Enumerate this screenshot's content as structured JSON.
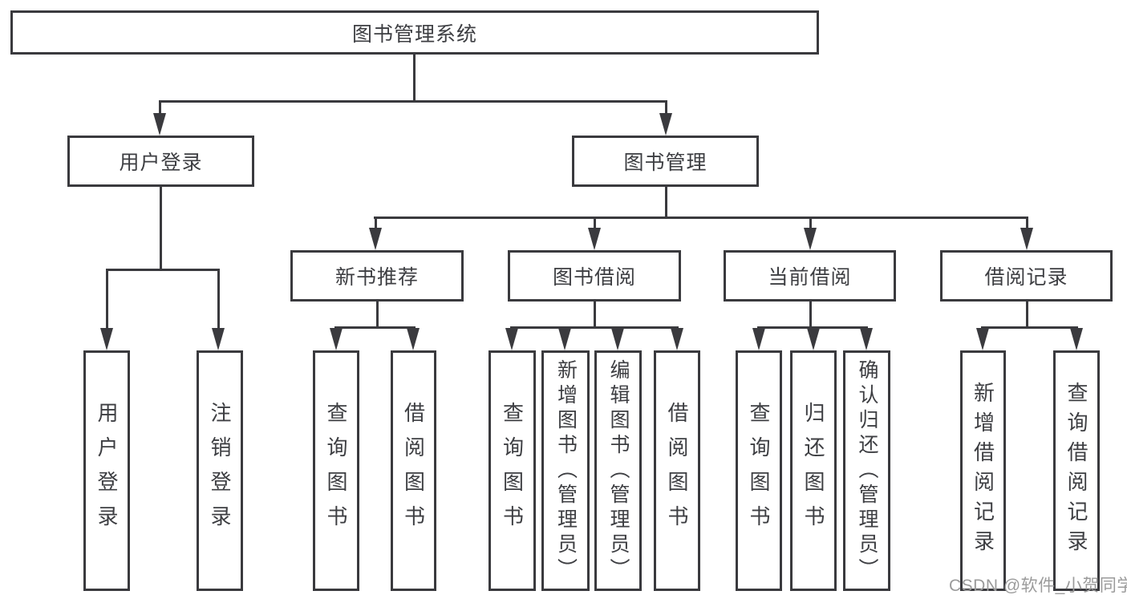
{
  "page": {
    "background": "#ffffff"
  },
  "colors": {
    "line": "#3a3a3e",
    "text": "#3d3e42",
    "box_background": "#ffffff",
    "watermark": "#9b9b9b"
  },
  "watermark": {
    "text": "CSDN @软件_小贺同学"
  },
  "tree": {
    "root": {
      "label": "图书管理系统",
      "children": [
        {
          "label": "用户登录",
          "children": [
            {
              "label": "用户登录"
            },
            {
              "label": "注销登录"
            }
          ]
        },
        {
          "label": "图书管理",
          "children": [
            {
              "label": "新书推荐",
              "children": [
                {
                  "label": "查询图书"
                },
                {
                  "label": "借阅图书"
                }
              ]
            },
            {
              "label": "图书借阅",
              "children": [
                {
                  "label": "查询图书"
                },
                {
                  "label": "新增图书（管理员）"
                },
                {
                  "label": "编辑图书（管理员）"
                },
                {
                  "label": "借阅图书"
                }
              ]
            },
            {
              "label": "当前借阅",
              "children": [
                {
                  "label": "查询图书"
                },
                {
                  "label": "归还图书"
                },
                {
                  "label": "确认归还（管理员）"
                }
              ]
            },
            {
              "label": "借阅记录",
              "children": [
                {
                  "label": "新增借阅记录"
                },
                {
                  "label": "查询借阅记录"
                }
              ]
            }
          ]
        }
      ]
    }
  }
}
